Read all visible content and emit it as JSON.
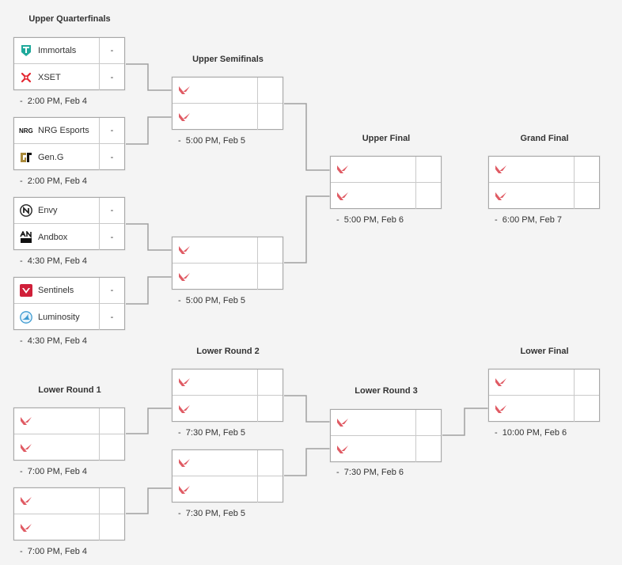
{
  "placeholder_logo": "valorant-icon",
  "rounds": {
    "upper_quarterfinals": "Upper Quarterfinals",
    "upper_semifinals": "Upper Semifinals",
    "upper_final": "Upper Final",
    "grand_final": "Grand Final",
    "lower_round_1": "Lower Round 1",
    "lower_round_2": "Lower Round 2",
    "lower_round_3": "Lower Round 3",
    "lower_final": "Lower Final"
  },
  "matches": {
    "uqf1": {
      "time": "2:00 PM, Feb 4",
      "teams": [
        {
          "name": "Immortals",
          "logo": "immortals-logo",
          "score": "-"
        },
        {
          "name": "XSET",
          "logo": "xset-logo",
          "score": "-"
        }
      ]
    },
    "uqf2": {
      "time": "2:00 PM, Feb 4",
      "teams": [
        {
          "name": "NRG Esports",
          "logo": "nrg-logo",
          "score": "-"
        },
        {
          "name": "Gen.G",
          "logo": "geng-logo",
          "score": "-"
        }
      ]
    },
    "uqf3": {
      "time": "4:30 PM, Feb 4",
      "teams": [
        {
          "name": "Envy",
          "logo": "envy-logo",
          "score": "-"
        },
        {
          "name": "Andbox",
          "logo": "andbox-logo",
          "score": "-"
        }
      ]
    },
    "uqf4": {
      "time": "4:30 PM, Feb 4",
      "teams": [
        {
          "name": "Sentinels",
          "logo": "sentinels-logo",
          "score": "-"
        },
        {
          "name": "Luminosity",
          "logo": "luminosity-logo",
          "score": "-"
        }
      ]
    },
    "usf1": {
      "time": "5:00 PM, Feb 5"
    },
    "usf2": {
      "time": "5:00 PM, Feb 5"
    },
    "uf": {
      "time": "5:00 PM, Feb 6"
    },
    "gf": {
      "time": "6:00 PM, Feb 7"
    },
    "lr1a": {
      "time": "7:00 PM, Feb 4"
    },
    "lr1b": {
      "time": "7:00 PM, Feb 4"
    },
    "lr2a": {
      "time": "7:30 PM, Feb 5"
    },
    "lr2b": {
      "time": "7:30 PM, Feb 5"
    },
    "lr3": {
      "time": "7:30 PM, Feb 6"
    },
    "lf": {
      "time": "10:00 PM, Feb 6"
    }
  },
  "time_prefix": "-",
  "colors": {
    "background": "#f4f4f4",
    "valorant_red": "#e05b64",
    "immortals_teal": "#1fa99b",
    "xset_red": "#e4252f",
    "geng_gold": "#a98a3b",
    "sentinels_red": "#d0203a",
    "luminosity_blue": "#3d9ad1"
  }
}
